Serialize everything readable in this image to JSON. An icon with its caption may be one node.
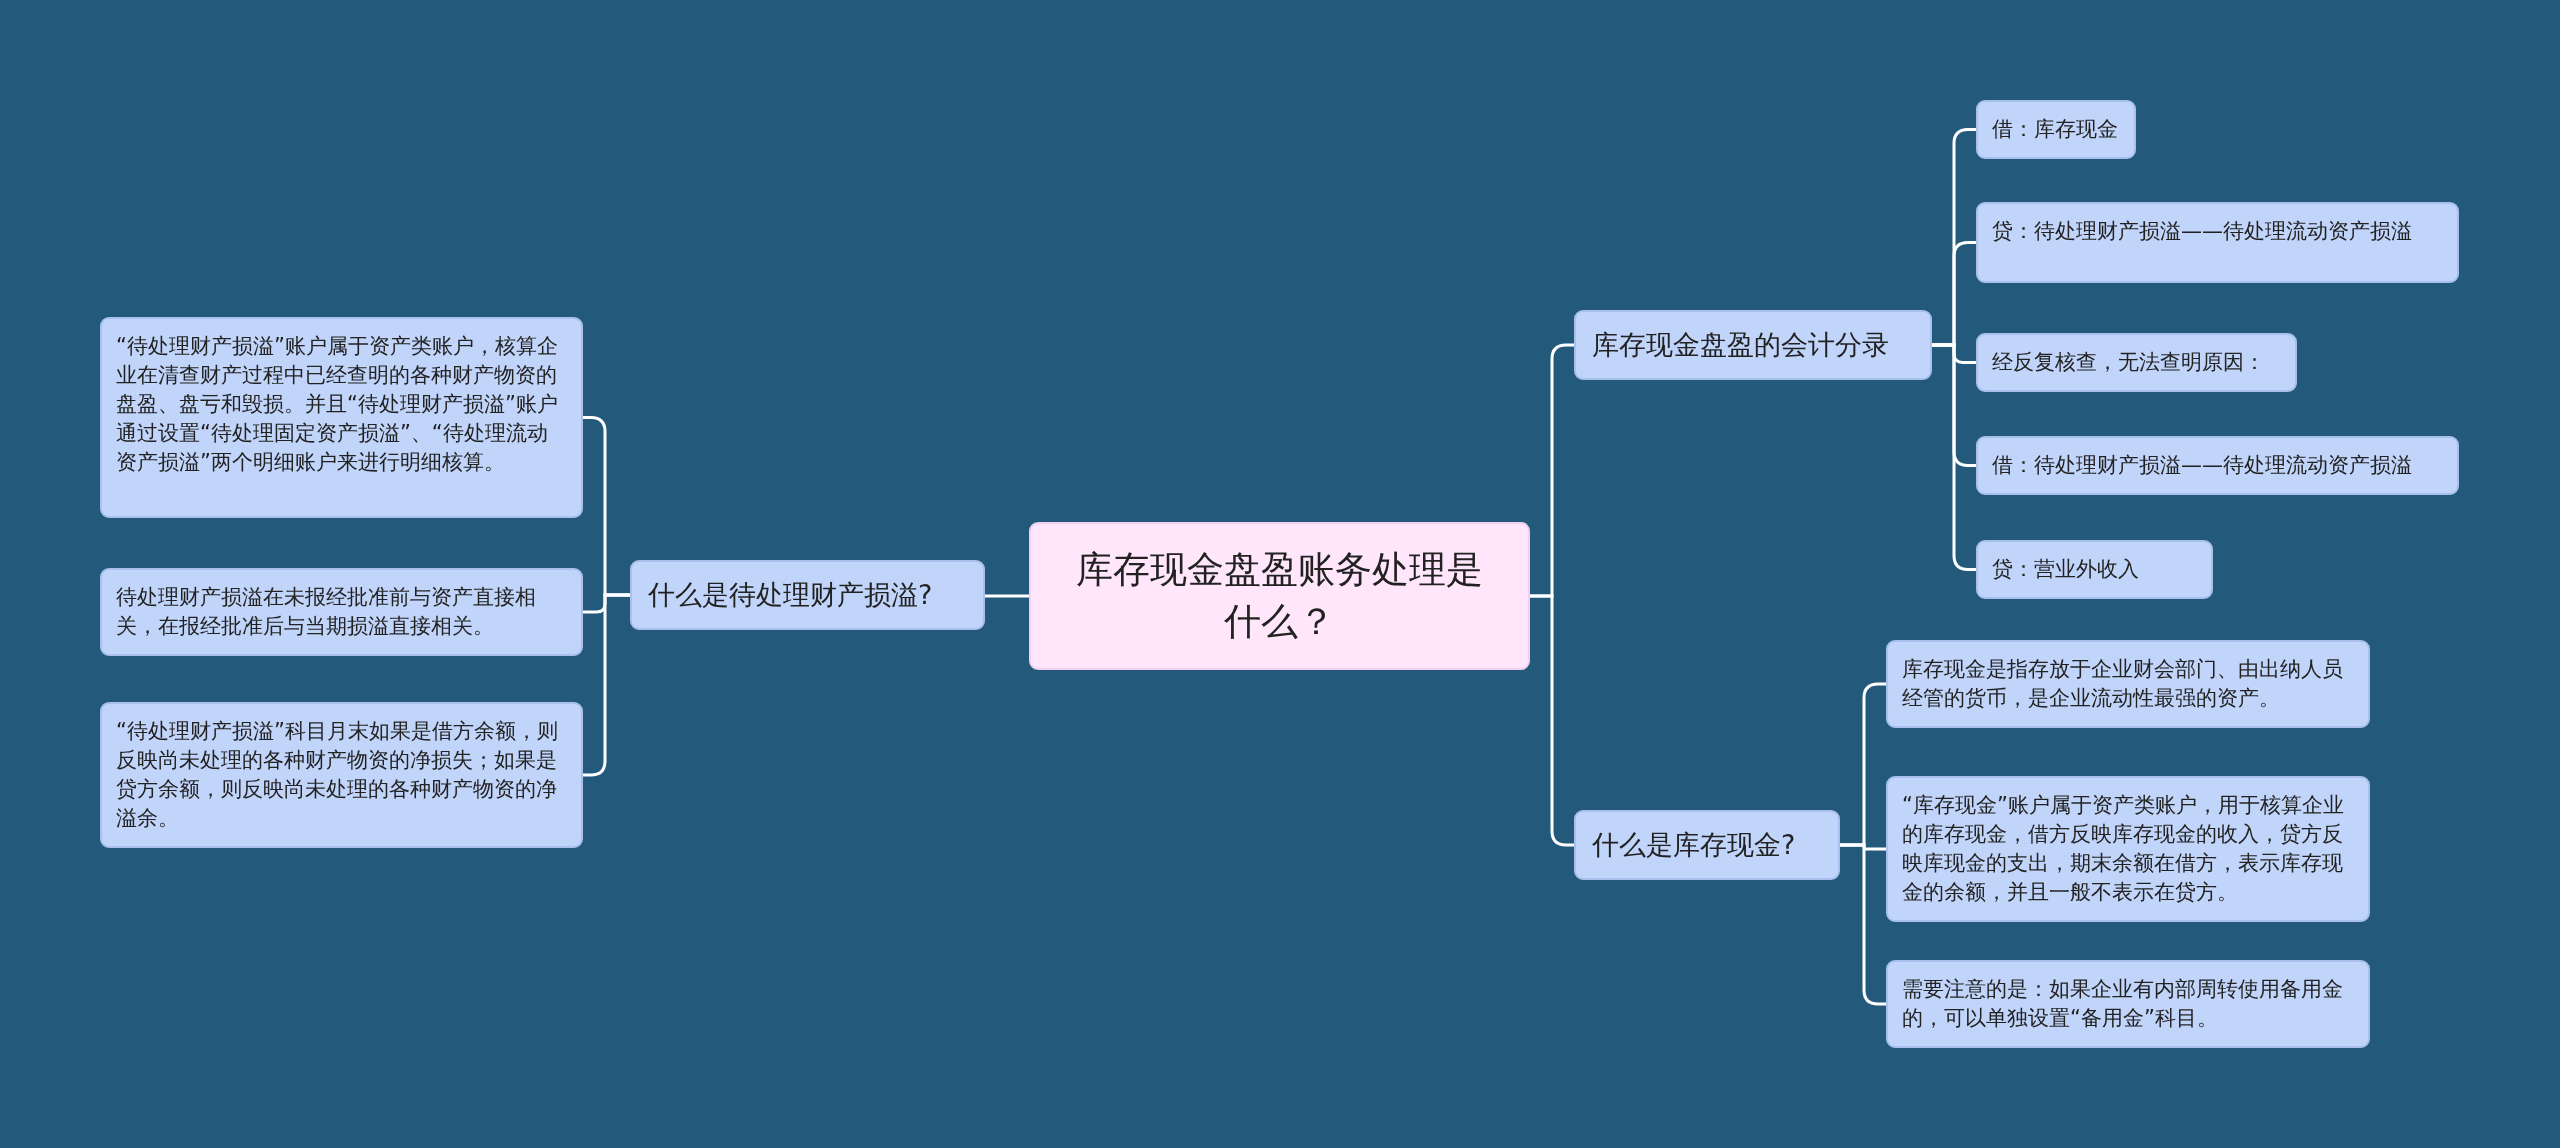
{
  "diagram": {
    "nodes": [
      {
        "text": [
          "库存现金盘盈账务处理是什么？"
        ]
      },
      {
        "text": [
          "什么是待处理财产损溢?"
        ]
      },
      {
        "text": [
          "“待处理财产损溢”账户属于资产类账户，核算企业在清查财产过程中已经查明的各种财产物资的盘盈、盘亏和毁损。并且“待处理财产损溢”账户通过设置“待处理固定资产损溢”、“待处理流动资产损溢”两个明细账户来进行明细核算。"
        ]
      },
      {
        "text": [
          "待处理财产损溢在未报经批准前与资产直接相关，在报经批准后与当期损溢直接相关。"
        ]
      },
      {
        "text": [
          "“待处理财产损溢”科目月末如果是借方余额，则反映尚未处理的各种财产物资的净损失；如果是贷方余额，则反映尚未处理的各种财产物资的净溢余。"
        ]
      },
      {
        "text": [
          "库存现金盘盈的会计分录"
        ]
      },
      {
        "text": [
          "借：库存现金"
        ]
      },
      {
        "text": [
          "贷：待处理财产损溢——待处理流动资产损溢"
        ]
      },
      {
        "text": [
          "经反复核查，无法查明原因："
        ]
      },
      {
        "text": [
          "借：待处理财产损溢——待处理流动资产损溢"
        ]
      },
      {
        "text": [
          "贷：营业外收入"
        ]
      },
      {
        "text": [
          "什么是库存现金?"
        ]
      },
      {
        "text": [
          "库存现金是指存放于企业财会部门、由出纳人员经管的货币，是企业流动性最强的资产。"
        ]
      },
      {
        "text": [
          "“库存现金”账户属于资产类账户，用于核算企业的库存现金，借方反映库存现金的收入，贷方反映库现金的支出，期末余额在借方，表示库存现金的余额，并且一般不表示在贷方。"
        ]
      },
      {
        "text": [
          "需要注意的是：如果企业有内部周转使用备用金的，可以单独设置“备用金”科目。"
        ]
      }
    ],
    "edges": [
      {
        "from": 0,
        "to": 1,
        "arrow": "none"
      },
      {
        "from": 1,
        "to": 2,
        "arrow": "none"
      },
      {
        "from": 1,
        "to": 3,
        "arrow": "none"
      },
      {
        "from": 1,
        "to": 4,
        "arrow": "none"
      },
      {
        "from": 0,
        "to": 5,
        "arrow": "none"
      },
      {
        "from": 5,
        "to": 6,
        "arrow": "none"
      },
      {
        "from": 5,
        "to": 7,
        "arrow": "none"
      },
      {
        "from": 5,
        "to": 8,
        "arrow": "none"
      },
      {
        "from": 5,
        "to": 9,
        "arrow": "none"
      },
      {
        "from": 5,
        "to": 10,
        "arrow": "none"
      },
      {
        "from": 0,
        "to": 11,
        "arrow": "none"
      },
      {
        "from": 11,
        "to": 12,
        "arrow": "none"
      },
      {
        "from": 11,
        "to": 13,
        "arrow": "none"
      },
      {
        "from": 11,
        "to": 14,
        "arrow": "none"
      }
    ]
  }
}
